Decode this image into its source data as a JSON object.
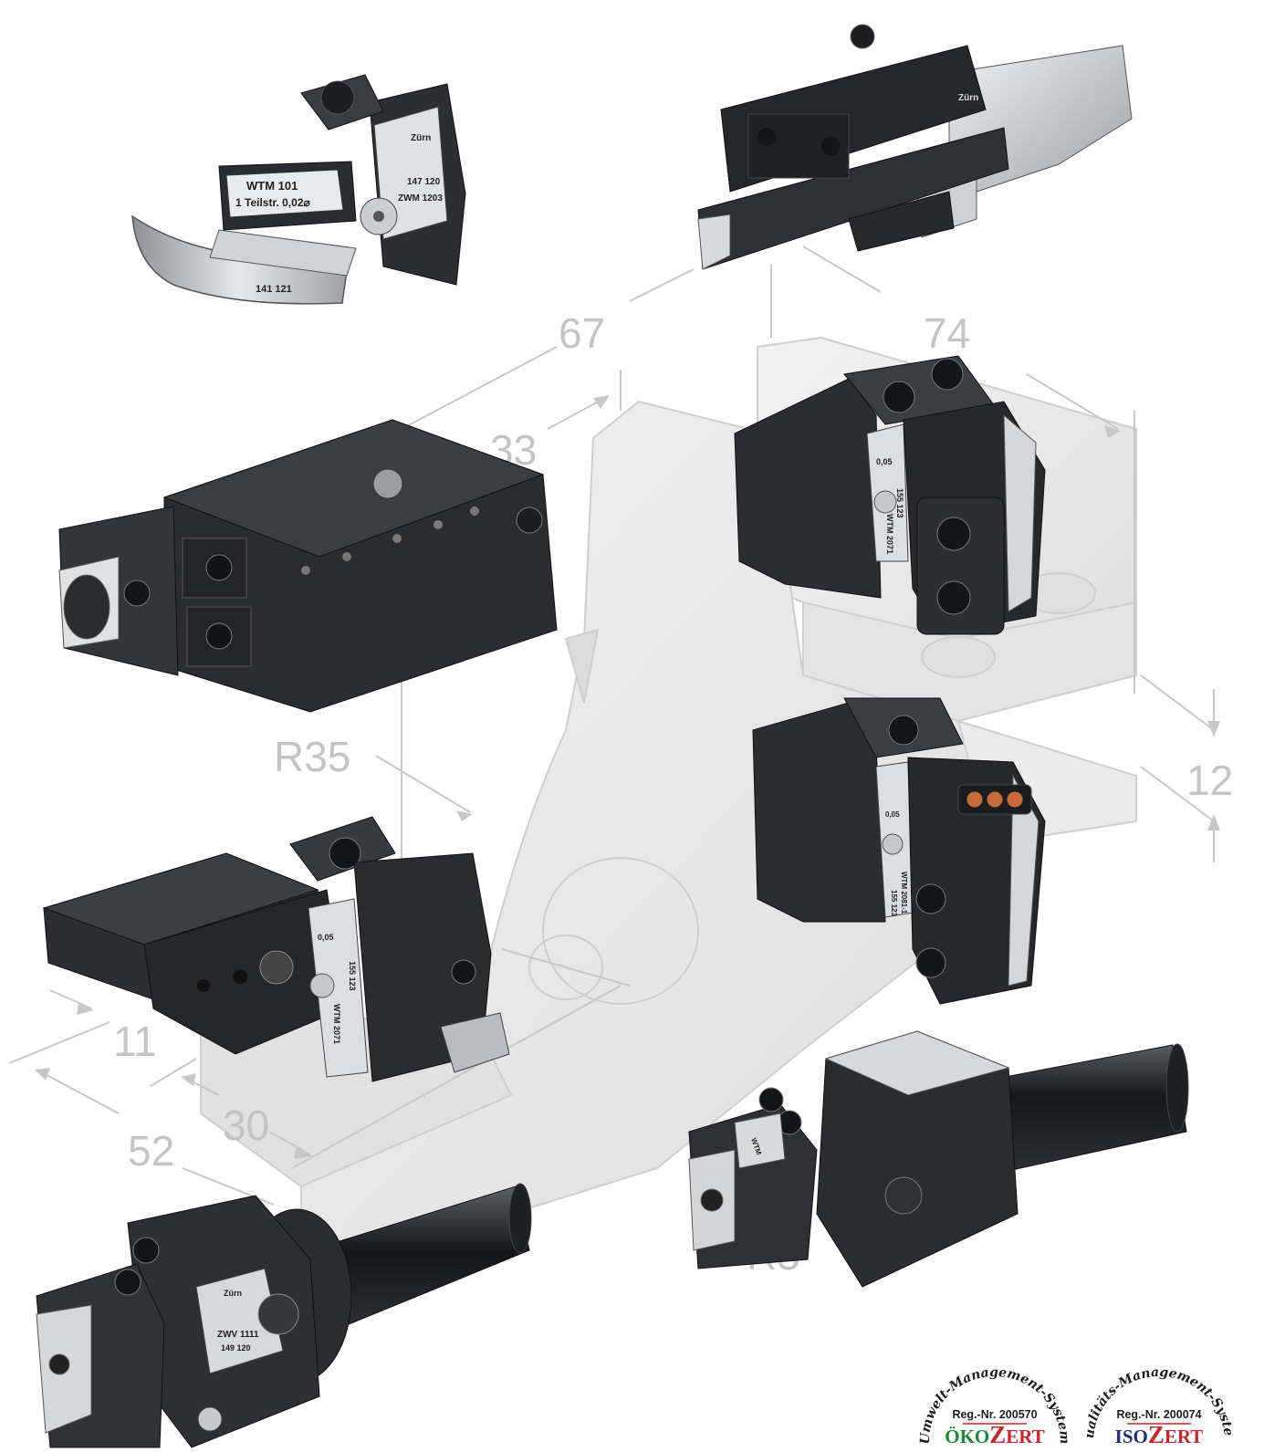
{
  "colors": {
    "dimension": "#c4c4c4",
    "drawing_fill": "#e9e9e9",
    "drawing_line": "#cfcfcf",
    "tool_dark": "#25272b",
    "tool_steel": "#bdc0c4",
    "seal_red": "#c9262c",
    "seal_blue": "#1f2f7a",
    "seal_green": "#1c8a3a"
  },
  "drawing": {
    "dimensions": {
      "d67": "67",
      "d74": "74",
      "d33": "33",
      "d12": "12",
      "dR35": "R35",
      "d11": "11",
      "d30": "30",
      "d52": "52",
      "dR5": "R5"
    }
  },
  "tools": {
    "wtm101": {
      "line1": "WTM 101",
      "line2": "1 Teilstr. 0,02⌀",
      "brand": "Zürn",
      "code1": "147 120",
      "code2": "ZWM 1203",
      "base_code": "141 121",
      "icon": "scale-setting-unit-icon"
    },
    "cutoff_holder": {
      "brand": "Zürn",
      "icon": "parting-blade-holder-icon"
    },
    "long_toolholder": {
      "icon": "multi-block-toolholder-icon"
    },
    "wtm2071_upper": {
      "scale": "0,05",
      "code1": "155 123",
      "code2": "WTM 2071",
      "icon": "adjustable-holder-icon"
    },
    "wtm2081_right": {
      "scale": "0,05",
      "code1": "WTM 2081-1",
      "code2": "155 123",
      "icon": "adjustable-holder-screws-icon"
    },
    "wtm2071_main": {
      "scale": "0,05",
      "code1": "155 123",
      "code2": "WTM 2071",
      "icon": "adjustable-holder-knurled-icon"
    },
    "shank_holder_right": {
      "code": "WTM",
      "icon": "shank-boring-holder-icon"
    },
    "zwv1111": {
      "brand": "Zürn",
      "code1": "ZWV 1111",
      "code2": "149 120",
      "icon": "shank-turret-holder-icon"
    }
  },
  "certifications": [
    {
      "arc_text": "Umwelt-Management-System",
      "reg": "Reg.-Nr. 200570",
      "prefix": "ÖKO",
      "letter": "Z",
      "suffix": "ERT",
      "icon": "oekozert-seal-icon"
    },
    {
      "arc_text": "Qualitäts-Management-System",
      "reg": "Reg.-Nr. 200074",
      "prefix": "ISO",
      "letter": "Z",
      "suffix": "ERT",
      "icon": "isozert-seal-icon"
    }
  ]
}
